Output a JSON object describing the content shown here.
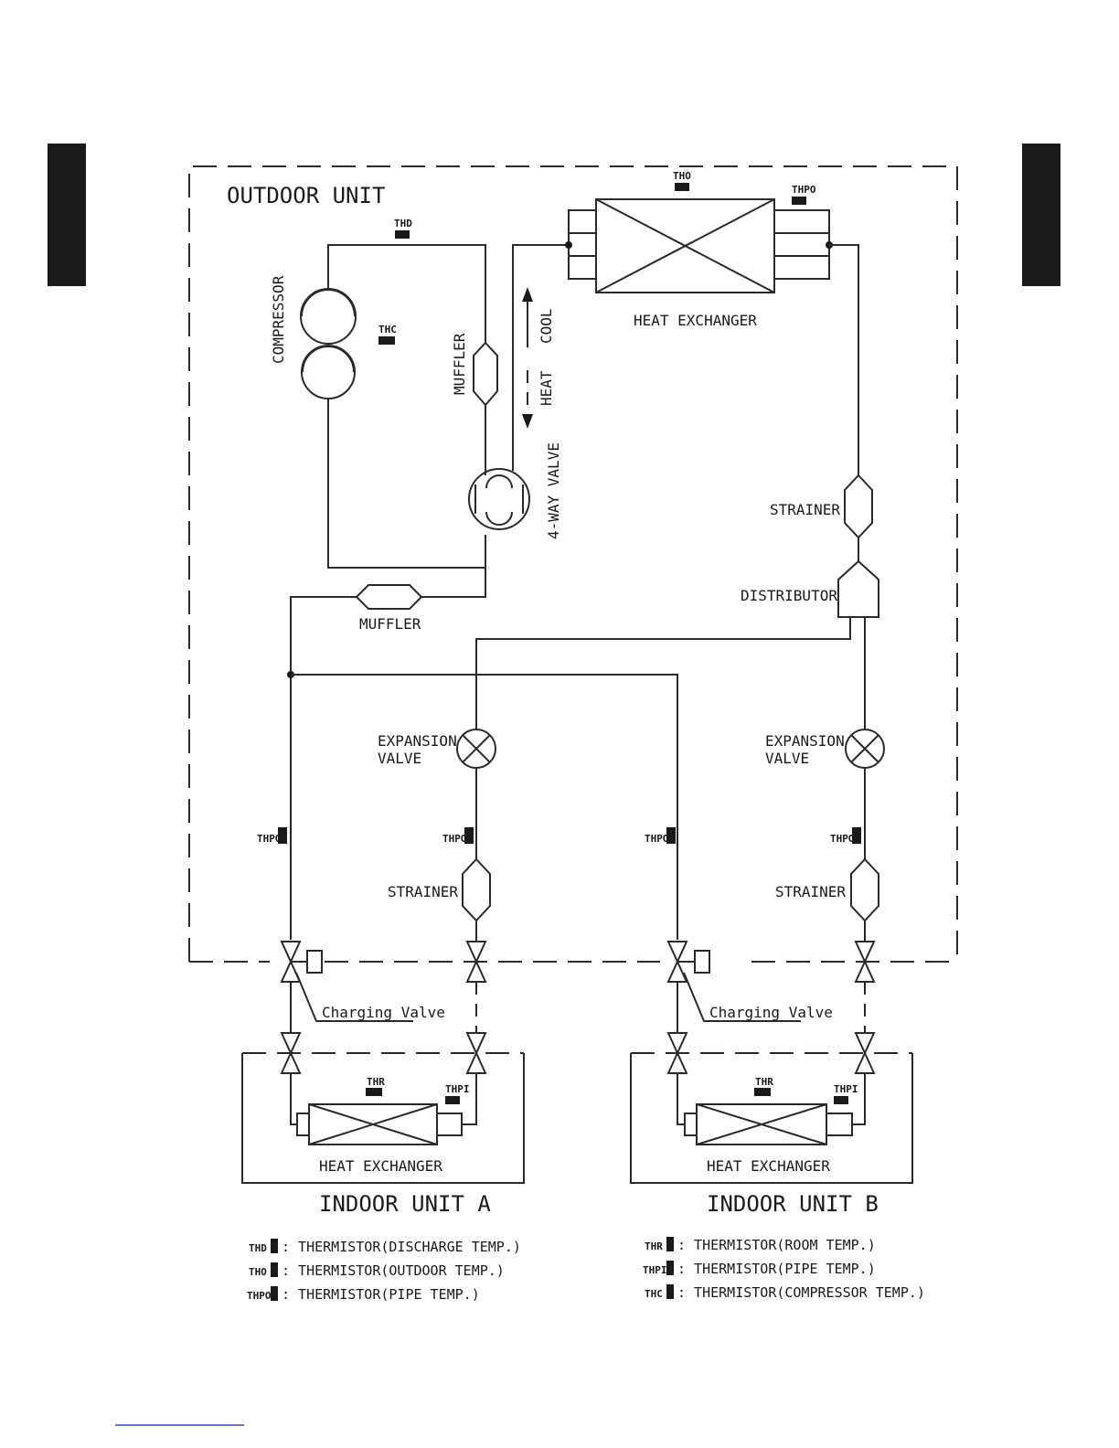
{
  "outdoor_unit": {
    "title": "OUTDOOR UNIT",
    "compressor": "COMPRESSOR",
    "muffler_upper": "MUFFLER",
    "muffler_lower": "MUFFLER",
    "four_way_valve": "4-WAY VALVE",
    "cool": "COOL",
    "heat": "HEAT",
    "heat_exchanger": "HEAT EXCHANGER",
    "strainer_top": "STRAINER",
    "distributor": "DISTRIBUTOR",
    "expansion_valve_a": [
      "EXPANSION",
      "VALVE"
    ],
    "expansion_valve_b": [
      "EXPANSION",
      "VALVE"
    ],
    "strainer_a": "STRAINER",
    "strainer_b": "STRAINER",
    "charging_valve_a": "Charging Valve",
    "charging_valve_b": "Charging Valve"
  },
  "thermistor_tags": {
    "discharge": "THD",
    "compressor": "THC",
    "outdoor": "THO",
    "pipe_outdoor": "THPO",
    "room": "THR",
    "pipe_indoor": "THPI"
  },
  "indoor_unit_a": {
    "title": "INDOOR UNIT A",
    "heat_exchanger": "HEAT EXCHANGER"
  },
  "indoor_unit_b": {
    "title": "INDOOR UNIT B",
    "heat_exchanger": "HEAT EXCHANGER"
  },
  "legend": {
    "left": [
      {
        "tag": "THD",
        "text": ": THERMISTOR(DISCHARGE TEMP.)"
      },
      {
        "tag": "THO",
        "text": ": THERMISTOR(OUTDOOR TEMP.)"
      },
      {
        "tag": "THPO",
        "text": ": THERMISTOR(PIPE TEMP.)"
      }
    ],
    "right": [
      {
        "tag": "THR",
        "text": ": THERMISTOR(ROOM TEMP.)"
      },
      {
        "tag": "THPI",
        "text": ": THERMISTOR(PIPE TEMP.)"
      },
      {
        "tag": "THC",
        "text": ": THERMISTOR(COMPRESSOR TEMP.)"
      }
    ]
  },
  "colors": {
    "line": "#2a2a2a",
    "tab": "#1a1a1a",
    "footer_link": "#3344cc"
  }
}
